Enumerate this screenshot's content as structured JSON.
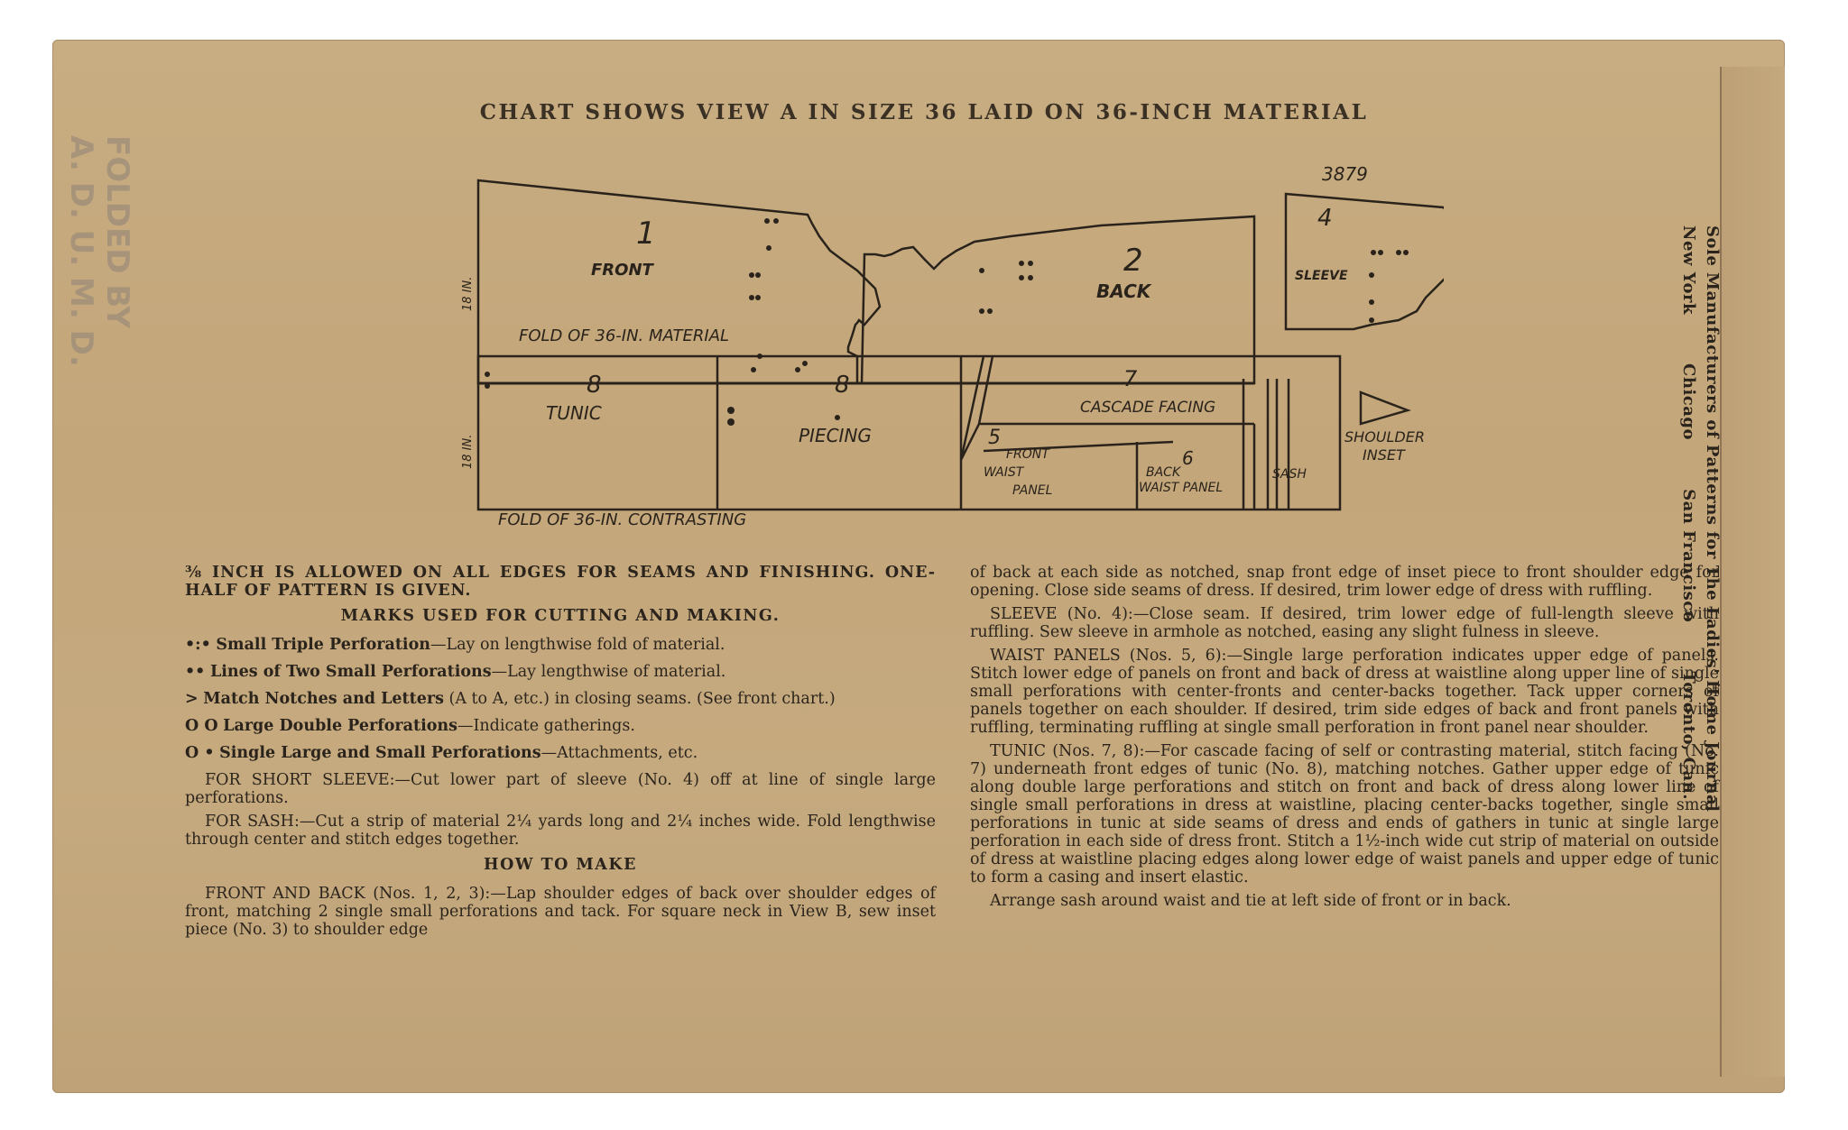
{
  "heading": "CHART SHOWS VIEW A IN SIZE 36 LAID ON 36-INCH MATERIAL",
  "stamp": {
    "line1": "FOLDED BY",
    "line2": "A. D. U. M. D."
  },
  "chart": {
    "pattern_number": "3879",
    "piece1_num": "1",
    "piece1_name": "FRONT",
    "piece2_num": "2",
    "piece2_name": "BACK",
    "piece4_num": "4",
    "piece4_name": "SLEEVE",
    "upper_fold": "FOLD OF 36-IN. MATERIAL",
    "upper_width": "18 IN.",
    "tunic_num": "8",
    "tunic_name": "TUNIC",
    "piecing_num": "8",
    "piecing_name": "PIECING",
    "cascade_num": "7",
    "cascade_name": "CASCADE FACING",
    "front_waist_num": "5",
    "front_waist_name_1": "FRONT",
    "front_waist_name_2": "WAIST",
    "front_waist_name_3": "PANEL",
    "back_waist_num": "6",
    "back_waist_name_1": "BACK",
    "back_waist_name_2": "WAIST PANEL",
    "sash_name": "SASH",
    "shoulder_1": "SHOULDER",
    "shoulder_2": "INSET",
    "lower_fold": "FOLD OF 36-IN. CONTRASTING",
    "lower_width": "18 IN."
  },
  "left": {
    "allowance": "⅜ INCH IS ALLOWED ON ALL EDGES FOR SEAMS AND FINISHING. ONE-HALF OF PATTERN IS GIVEN.",
    "marks_heading": "MARKS USED FOR CUTTING AND MAKING.",
    "marks": [
      {
        "sym": "•:•",
        "title": "Small Triple Perforation",
        "desc": "—Lay on lengthwise fold of material."
      },
      {
        "sym": "••",
        "title": "Lines of Two Small Perforations",
        "desc": "—Lay lengthwise of material."
      },
      {
        "sym": ">",
        "title": "Match Notches and Letters",
        "desc": " (A to A, etc.) in closing seams. (See front chart.)"
      },
      {
        "sym": "O O",
        "title": "Large Double Perforations",
        "desc": "—Indicate gatherings."
      },
      {
        "sym": "O •",
        "title": "Single Large and Small Perforations",
        "desc": "—Attachments, etc."
      }
    ],
    "short_sleeve": "FOR SHORT SLEEVE:—Cut lower part of sleeve (No. 4) off at line of single large perforations.",
    "sash": "FOR SASH:—Cut a strip of material 2¼ yards long and 2¼ inches wide. Fold lengthwise through center and stitch edges together.",
    "how_heading": "HOW TO MAKE",
    "front_back": "FRONT AND BACK (Nos. 1, 2, 3):—Lap shoulder edges of back over shoulder edges of front, matching 2 single small perforations and tack. For square neck in View B, sew inset piece (No. 3) to shoulder edge"
  },
  "right": {
    "cont": "of back at each side as notched, snap front edge of inset piece to front shoulder edge for opening. Close side seams of dress. If desired, trim lower edge of dress with ruffling.",
    "sleeve": "SLEEVE (No. 4):—Close seam. If desired, trim lower edge of full-length sleeve with ruffling. Sew sleeve in armhole as notched, easing any slight fulness in sleeve.",
    "waist": "WAIST PANELS (Nos. 5, 6):—Single large perforation indicates upper edge of panels. Stitch lower edge of panels on front and back of dress at waistline along upper line of single small perforations with center-fronts and center-backs together. Tack upper corners of panels together on each shoulder. If desired, trim side edges of back and front panels with ruffling, terminating ruffling at single small perforation in front panel near shoulder.",
    "tunic": "TUNIC (Nos. 7, 8):—For cascade facing of self or contrasting material, stitch facing (No. 7) underneath front edges of tunic (No. 8), matching notches. Gather upper edge of tunic along double large perforations and stitch on front and back of dress along lower line of single small perforations in dress at waistline, placing center-backs together, single small perforations in tunic at side seams of dress and ends of gathers in tunic at single large perforation in each side of dress front. Stitch a 1½-inch wide cut strip of material on outside of dress at waistline placing edges along lower edge of waist panels and upper edge of tunic to form a casing and insert elastic.",
    "arrange": "Arrange sash around waist and tie at left side of front or in back."
  },
  "side": {
    "line1": "Sole Manufacturers of Patterns for The Ladies' Home Journal",
    "line2": "New York        Chicago        San Francisco        Toronto, Can."
  }
}
